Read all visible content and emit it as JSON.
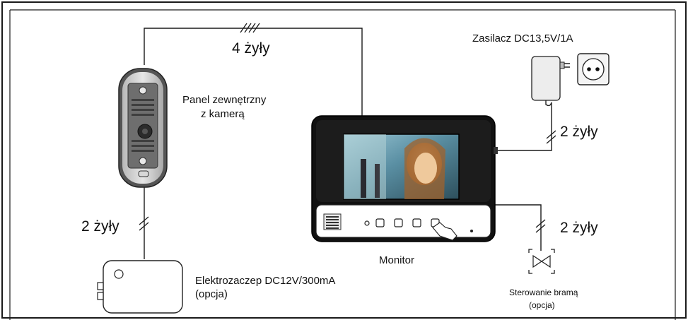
{
  "wires": {
    "top": "4 żyły",
    "power": "2 żyły",
    "gate": "2 żyły",
    "lock": "2 żyły"
  },
  "components": {
    "panel": [
      "Panel zewnętrzny",
      "z kamerą"
    ],
    "monitor": "Monitor",
    "power_supply": "Zasilacz DC13,5V/1A",
    "lock": [
      "Elektrozaczep DC12V/300mA",
      "(opcja)"
    ],
    "gate": [
      "Sterowanie bramą",
      "(opcja)"
    ]
  },
  "colors": {
    "frame": "#1a1a1a",
    "panel_body": "#c9c9c9",
    "panel_face": "#8c8c8c",
    "monitor_screen": "#2b6f8a"
  }
}
